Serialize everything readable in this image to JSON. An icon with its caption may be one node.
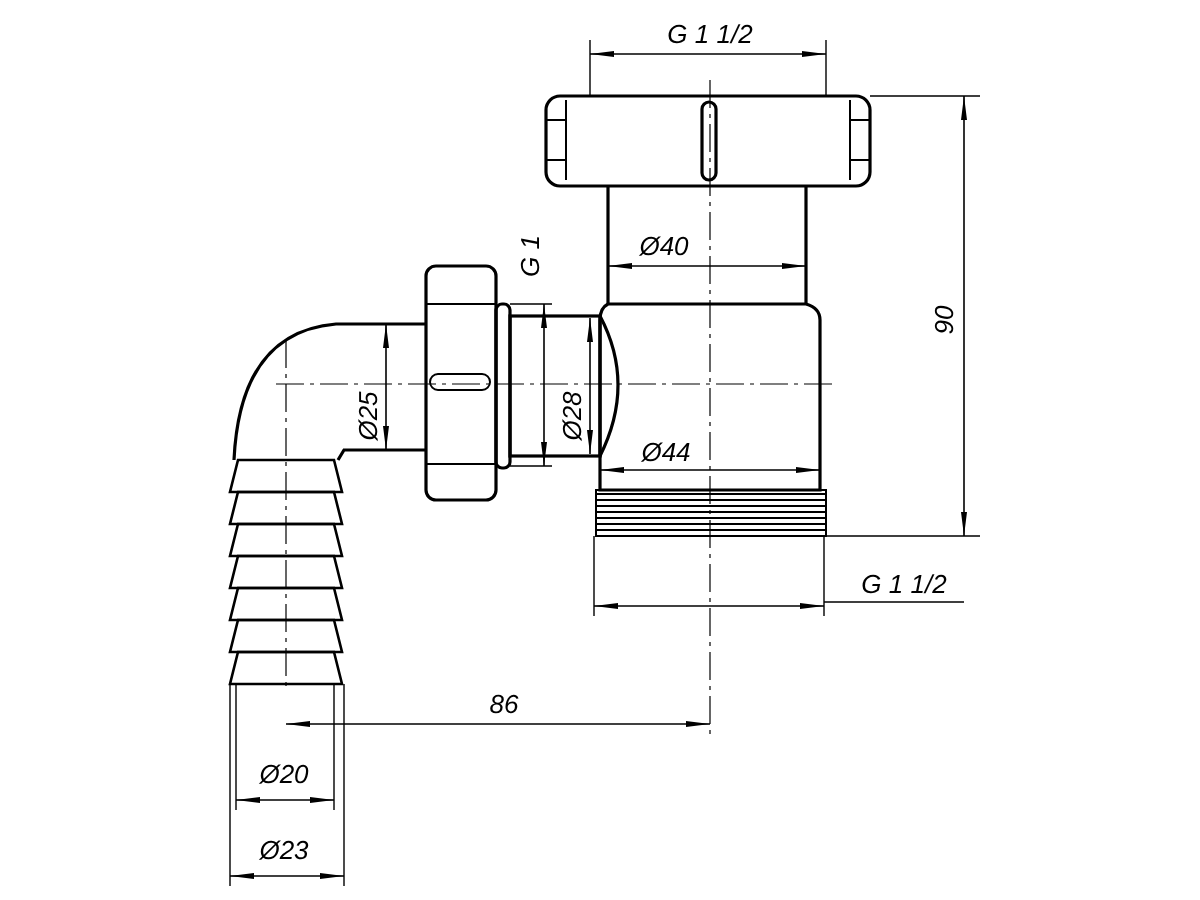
{
  "diagram": {
    "labels": [
      "G 1 1/2",
      "Ø40",
      "G 1",
      "90",
      "Ø25",
      "Ø28",
      "Ø44",
      "G 1 1/2",
      "86",
      "Ø20",
      "Ø23"
    ]
  }
}
